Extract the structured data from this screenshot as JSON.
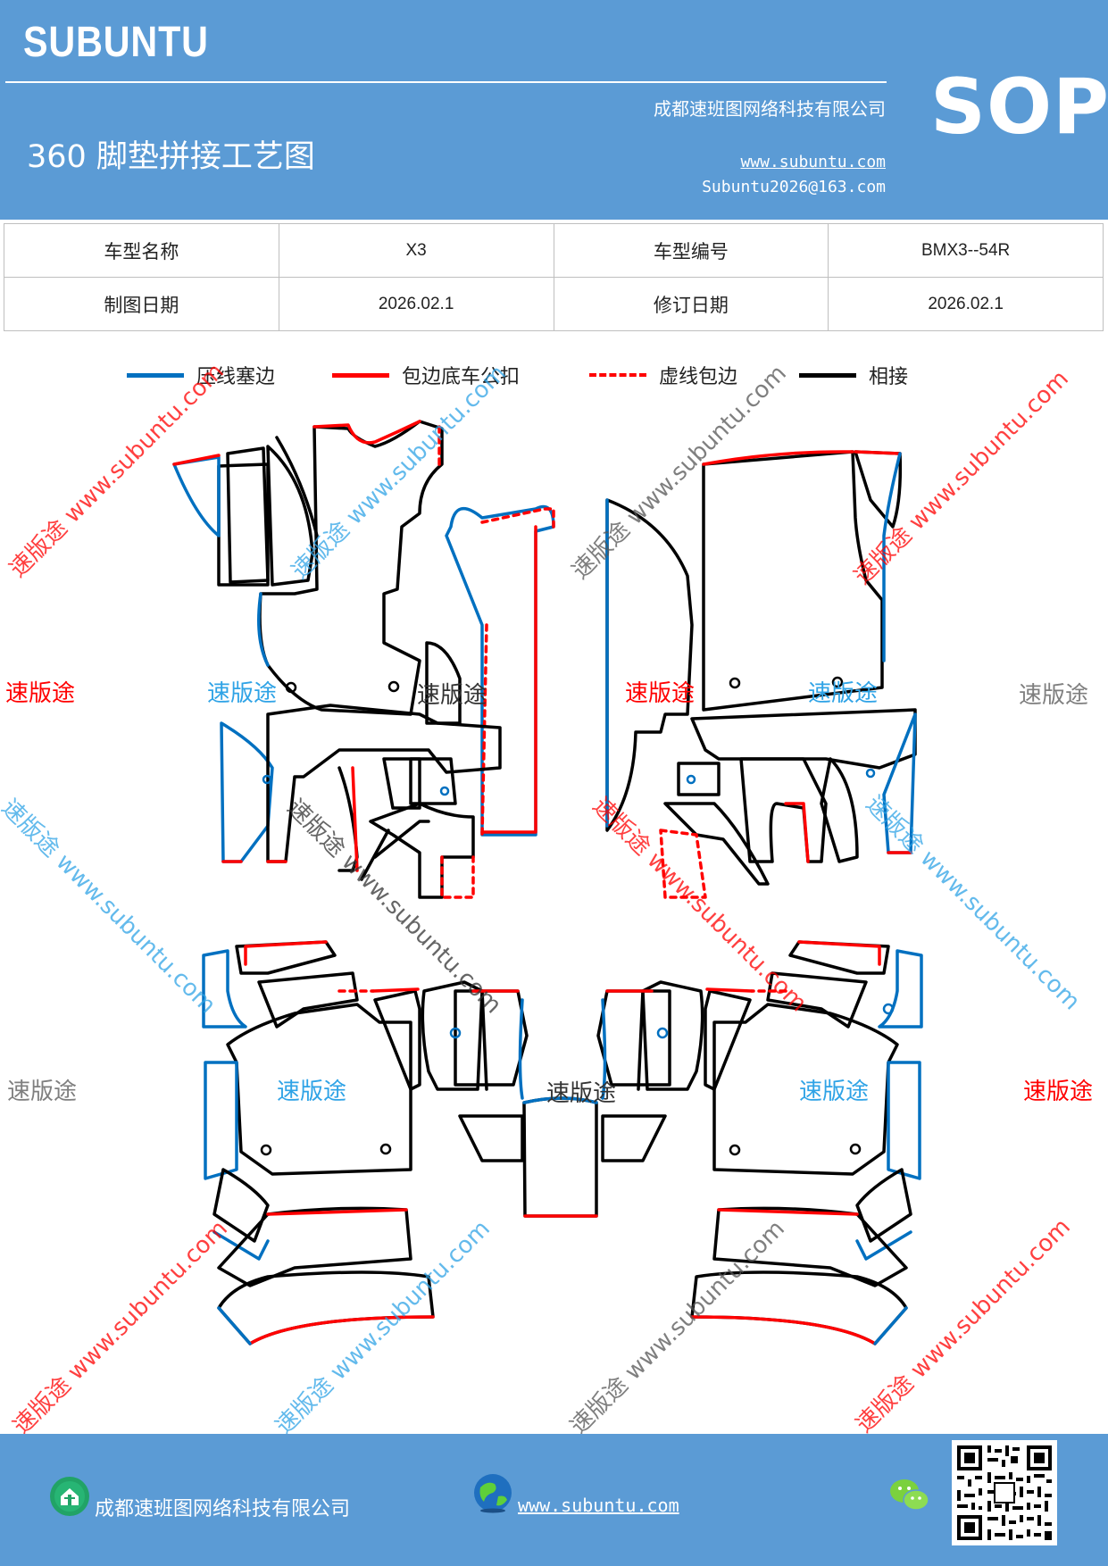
{
  "header": {
    "brand": "SUBUNTU",
    "company": "成都速班图网络科技有限公司",
    "doc_title": "360 脚垫拼接工艺图",
    "website": "www.subuntu.com",
    "email": "Subuntu2026@163.com",
    "badge": "SOP"
  },
  "info_table": {
    "rows": [
      {
        "label1": "车型名称",
        "value1": "X3",
        "label2": "车型编号",
        "value2": "BMX3--54R"
      },
      {
        "label1": "制图日期",
        "value1": "2026.02.1",
        "label2": "修订日期",
        "value2": "2026.02.1"
      }
    ]
  },
  "legend": {
    "items": [
      {
        "label": "压线塞边",
        "color": "#0070c0",
        "style": "solid"
      },
      {
        "label": "包边底车公扣",
        "color": "#ff0000",
        "style": "solid"
      },
      {
        "label": "虚线包边",
        "color": "#ff0000",
        "style": "dashed"
      },
      {
        "label": "相接",
        "color": "#000000",
        "style": "solid"
      }
    ]
  },
  "watermark": {
    "brand": "速版途",
    "url": "www.subuntu.com",
    "colors": {
      "red": "#ff0000",
      "blue": "#2fa3e6",
      "gray": "#7f7f7f"
    }
  },
  "footer": {
    "company": "成都速班图网络科技有限公司",
    "website": "www.subuntu.com",
    "icons": [
      "company-icon",
      "globe-icon",
      "wechat-icon",
      "qr-code"
    ]
  }
}
